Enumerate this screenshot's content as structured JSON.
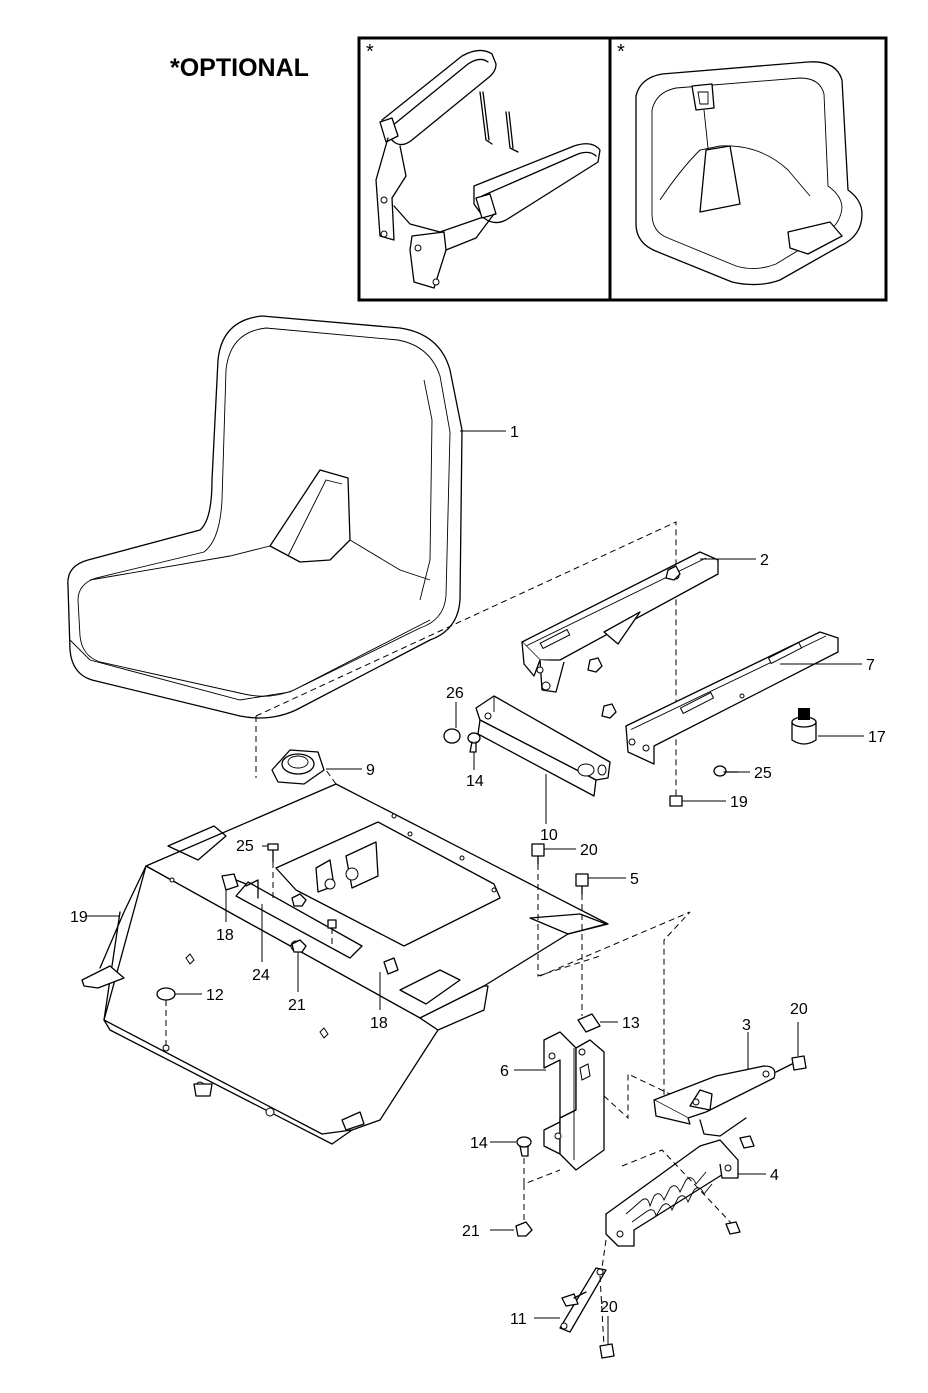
{
  "header": {
    "optional_label": "*OPTIONAL"
  },
  "optional_panel": {
    "armrest_marker": "*",
    "seat_cushion_marker": "*"
  },
  "callouts": [
    {
      "id": "c1",
      "text": "1"
    },
    {
      "id": "c2",
      "text": "2"
    },
    {
      "id": "c7",
      "text": "7"
    },
    {
      "id": "c26",
      "text": "26"
    },
    {
      "id": "c14a",
      "text": "14"
    },
    {
      "id": "c10",
      "text": "10"
    },
    {
      "id": "c17",
      "text": "17"
    },
    {
      "id": "c25a",
      "text": "25"
    },
    {
      "id": "c19a",
      "text": "19"
    },
    {
      "id": "c9",
      "text": "9"
    },
    {
      "id": "c25b",
      "text": "25"
    },
    {
      "id": "c20a",
      "text": "20"
    },
    {
      "id": "c19b",
      "text": "19"
    },
    {
      "id": "c5",
      "text": "5"
    },
    {
      "id": "c18a",
      "text": "18"
    },
    {
      "id": "c24",
      "text": "24"
    },
    {
      "id": "c12",
      "text": "12"
    },
    {
      "id": "c21a",
      "text": "21"
    },
    {
      "id": "c18b",
      "text": "18"
    },
    {
      "id": "c13",
      "text": "13"
    },
    {
      "id": "c3",
      "text": "3"
    },
    {
      "id": "c20b",
      "text": "20"
    },
    {
      "id": "c6",
      "text": "6"
    },
    {
      "id": "c14b",
      "text": "14"
    },
    {
      "id": "c4",
      "text": "4"
    },
    {
      "id": "c21b",
      "text": "21"
    },
    {
      "id": "c11",
      "text": "11"
    },
    {
      "id": "c20c",
      "text": "20"
    }
  ]
}
